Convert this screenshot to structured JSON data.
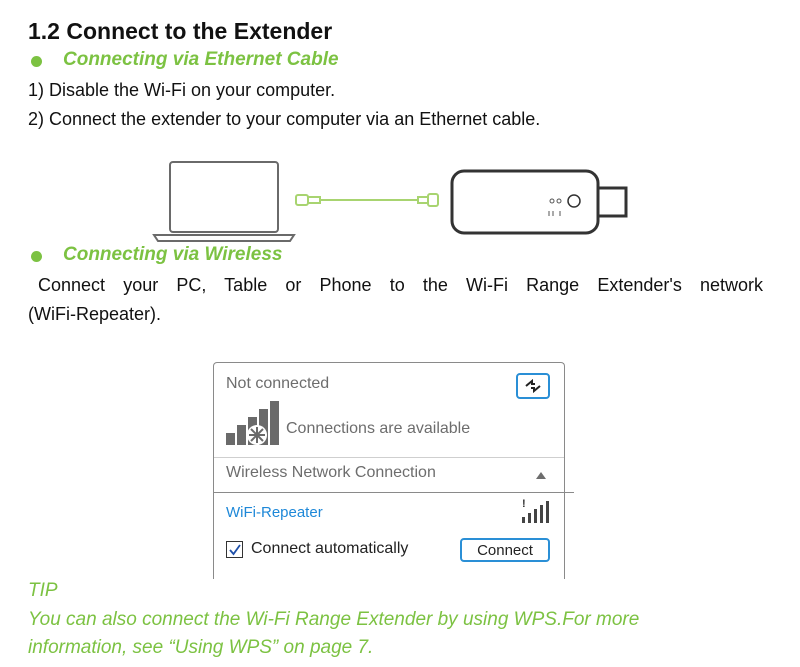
{
  "heading": "1.2 Connect to the Extender",
  "ethernet": {
    "title": "Connecting via Ethernet Cable",
    "step1": "1) Disable the Wi-Fi on your computer.",
    "step2": "2) Connect the extender to your computer via an Ethernet cable."
  },
  "wireless": {
    "title": "Connecting via Wireless",
    "line1": "Connect your PC, Table or Phone to the Wi-Fi Range Extender's network",
    "line2": "(WiFi-Repeater)."
  },
  "network_panel": {
    "status": "Not connected",
    "available": "Connections are available",
    "section": "Wireless Network Connection",
    "network_name": "WiFi-Repeater",
    "auto_label": "Connect automatically",
    "auto_checked": true,
    "connect_label": "Connect"
  },
  "tip": {
    "title": "TIP",
    "line1": "You can also connect the Wi-Fi Range Extender by using WPS.For more",
    "line2": "information, see “Using WPS” on page 7."
  },
  "colors": {
    "accent_green": "#7cc242",
    "link_blue": "#1e88d8",
    "cable_green": "#a8d470"
  }
}
